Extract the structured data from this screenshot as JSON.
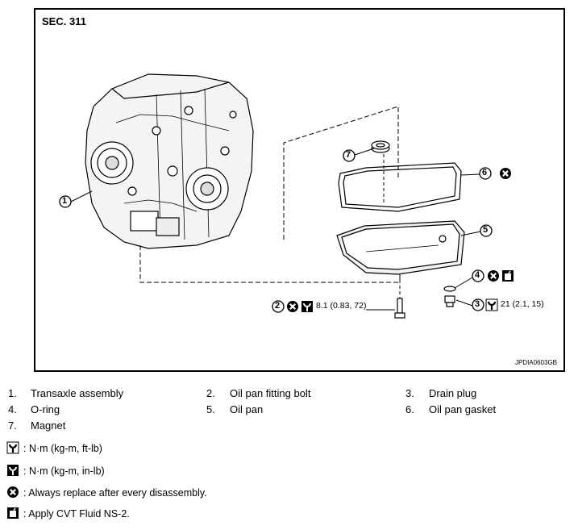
{
  "diagram": {
    "section": "SEC. 311",
    "code": "JPDIA0603GB",
    "callouts": {
      "c1": "1",
      "c2": "2",
      "c3": "3",
      "c4": "4",
      "c5": "5",
      "c6": "6",
      "c7": "7"
    },
    "torque_bolt": "8.1 (0.83, 72)",
    "torque_plug": "21 (2.1, 15)"
  },
  "parts": [
    {
      "number": "1.",
      "name": "Transaxle assembly"
    },
    {
      "number": "2.",
      "name": "Oil pan fitting bolt"
    },
    {
      "number": "3.",
      "name": "Drain plug"
    },
    {
      "number": "4.",
      "name": "O-ring"
    },
    {
      "number": "5.",
      "name": "Oil pan"
    },
    {
      "number": "6.",
      "name": "Oil pan gasket"
    },
    {
      "number": "7.",
      "name": "Magnet"
    }
  ],
  "symbols": [
    {
      "icon": "torque-wrench-icon",
      "text": ": N·m (kg-m, ft-lb)"
    },
    {
      "icon": "torque-wrench-small-icon",
      "text": ": N·m (kg-m, in-lb)"
    },
    {
      "icon": "replace-icon",
      "text": ": Always replace after every disassembly."
    },
    {
      "icon": "fluid-can-icon",
      "text": ": Apply CVT Fluid NS-2."
    }
  ]
}
